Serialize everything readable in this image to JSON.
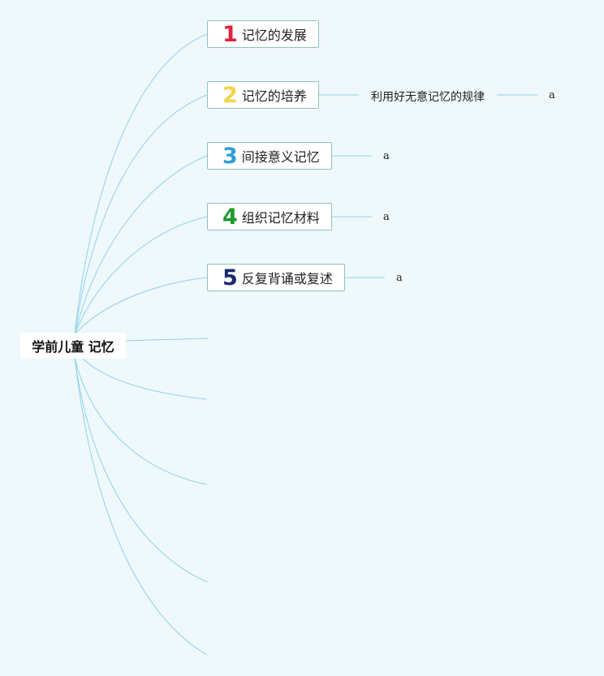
{
  "root": {
    "label": "学前儿童 记忆"
  },
  "topics": [
    {
      "num": "1",
      "label": "记忆的发展",
      "num_color": "#e0233f"
    },
    {
      "num": "2",
      "label": "记忆的培养",
      "num_color": "#f2d349"
    },
    {
      "num": "3",
      "label": "间接意义记忆",
      "num_color": "#2e9fd6"
    },
    {
      "num": "4",
      "label": "组织记忆材料",
      "num_color": "#1e9a2f"
    },
    {
      "num": "5",
      "label": "反复背诵或复述",
      "num_color": "#1b2a6b"
    }
  ],
  "subtopic_2": {
    "label": "利用好无意记忆的规律"
  },
  "leaves": {
    "topic2": "a",
    "topic3": "a",
    "topic4": "a",
    "topic5": "a"
  },
  "colors": {
    "branch_line": "#8fd3ea",
    "topic_border": "#8fc3bf",
    "background": "#eff8fb"
  }
}
